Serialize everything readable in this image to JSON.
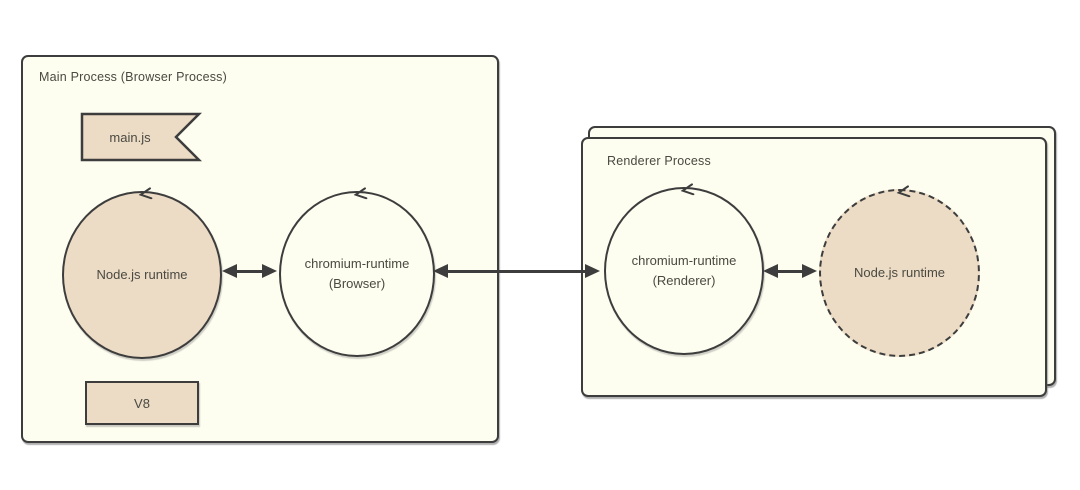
{
  "main_box": {
    "title": "Main Process (Browser Process)",
    "main_js_flag": "main.js",
    "nodejs_circle": "Node.js runtime",
    "chromium_circle": {
      "line1": "chromium-runtime",
      "line2": "(Browser)"
    },
    "v8_box": "V8"
  },
  "renderer_box": {
    "title": "Renderer Process",
    "chromium_circle": {
      "line1": "chromium-runtime",
      "line2": "(Renderer)"
    },
    "nodejs_circle": "Node.js runtime"
  },
  "colors": {
    "canvas_bg": "#ffffff",
    "container_fill": "#fdfdf0",
    "shape_fill": "#ecdbc5",
    "stroke": "#3d3d3d",
    "text": "#4a4a42"
  }
}
